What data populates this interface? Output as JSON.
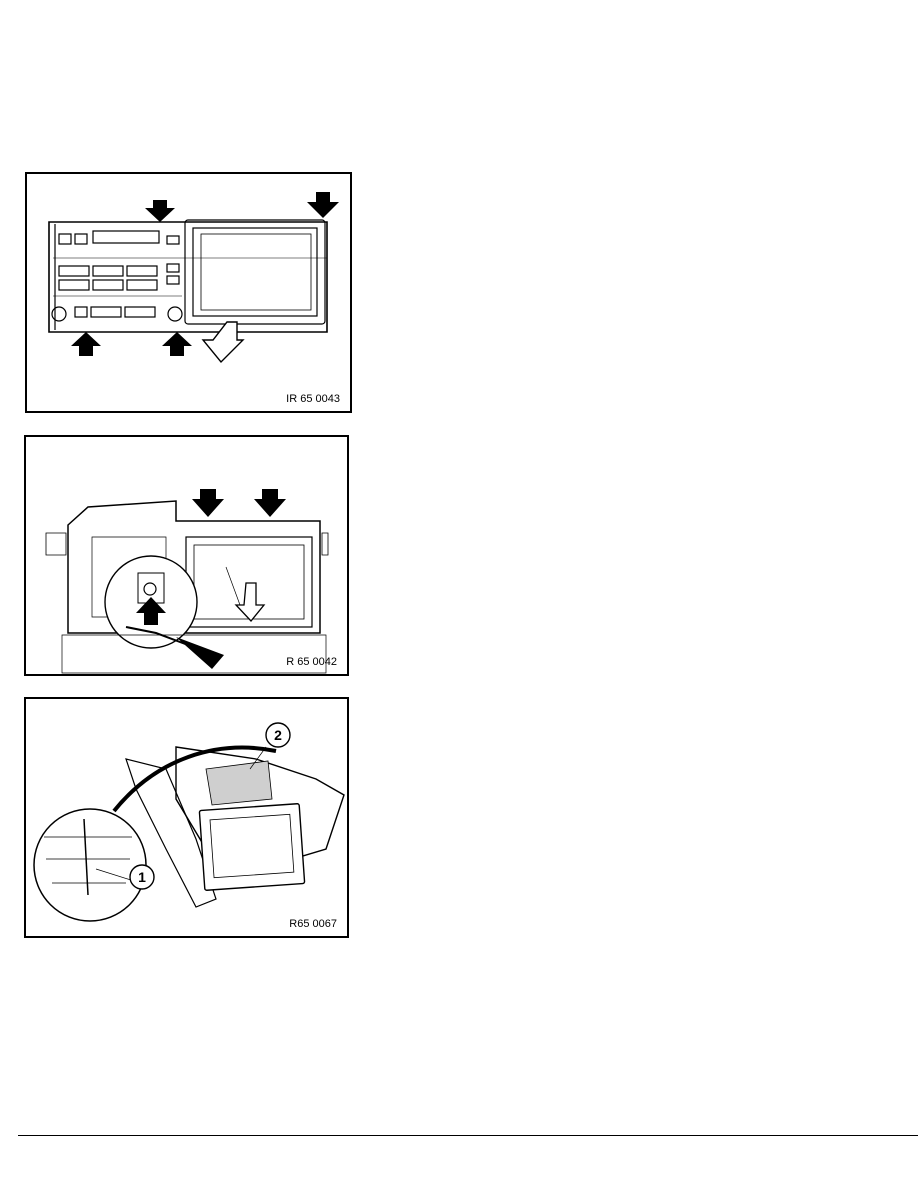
{
  "figures": [
    {
      "code": "IR 65 0043"
    },
    {
      "code": "R 65 0042"
    },
    {
      "code": "R65 0067",
      "callouts": [
        "1",
        "2"
      ]
    }
  ]
}
